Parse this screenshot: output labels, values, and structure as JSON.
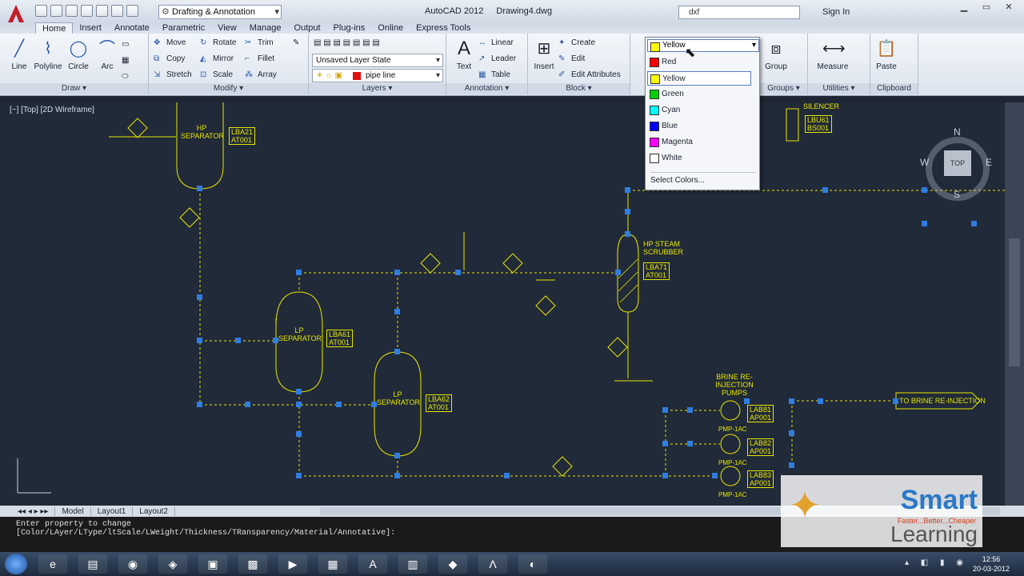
{
  "window": {
    "app_name": "AutoCAD 2012",
    "file_name": "Drawing4.dwg",
    "workspace": "Drafting & Annotation",
    "search_value": "dxf",
    "sign_in": "Sign In"
  },
  "ribbon_tabs": [
    "Home",
    "Insert",
    "Annotate",
    "Parametric",
    "View",
    "Manage",
    "Output",
    "Plug-ins",
    "Online",
    "Express Tools"
  ],
  "ribbon": {
    "draw": {
      "title": "Draw ▾",
      "line": "Line",
      "polyline": "Polyline",
      "circle": "Circle",
      "arc": "Arc"
    },
    "modify": {
      "title": "Modify ▾",
      "move": "Move",
      "rotate": "Rotate",
      "trim": "Trim",
      "copy": "Copy",
      "mirror": "Mirror",
      "fillet": "Fillet",
      "stretch": "Stretch",
      "scale": "Scale",
      "array": "Array"
    },
    "layers": {
      "title": "Layers ▾",
      "layer_state": "Unsaved Layer State",
      "current_layer": "pipe line",
      "current_layer_color": "#e01010"
    },
    "annotation": {
      "title": "Annotation ▾",
      "text": "Text",
      "linear": "Linear",
      "leader": "Leader",
      "table": "Table"
    },
    "block": {
      "title": "Block ▾",
      "insert": "Insert",
      "create": "Create",
      "edit": "Edit",
      "edit_attributes": "Edit Attributes"
    },
    "groups": {
      "title": "Groups ▾",
      "group": "Group"
    },
    "utilities": {
      "title": "Utilities ▾",
      "measure": "Measure"
    },
    "clipboard": {
      "title": "Clipboard",
      "paste": "Paste"
    }
  },
  "color_dropdown": {
    "selected": "Yellow",
    "items": [
      {
        "label": "Red",
        "color": "#ff0000"
      },
      {
        "label": "Yellow",
        "color": "#ffff00"
      },
      {
        "label": "Green",
        "color": "#00d000"
      },
      {
        "label": "Cyan",
        "color": "#00ffff"
      },
      {
        "label": "Blue",
        "color": "#0000ff"
      },
      {
        "label": "Magenta",
        "color": "#ff00ff"
      },
      {
        "label": "White",
        "color": "#ffffff"
      }
    ],
    "more": "Select Colors..."
  },
  "viewport": {
    "label": "[−] [Top] [2D Wireframe]",
    "compass": {
      "n": "N",
      "s": "S",
      "e": "E",
      "w": "W",
      "top": "TOP"
    }
  },
  "drawing": {
    "hp_separator": "HP SEPARATOR",
    "hp_tag1": "LBA21",
    "hp_tag2": "AT001",
    "lp1": "LP SEPARATOR",
    "lp1_tag1": "LBA61",
    "lp1_tag2": "AT001",
    "lp2": "LP SEPARATOR",
    "lp2_tag1": "LBA62",
    "lp2_tag2": "AT001",
    "scrubber": "HP STEAM SCRUBBER",
    "scrubber_tag1": "LBA71",
    "scrubber_tag2": "AT001",
    "silencer": "SILENCER",
    "silencer_tag1": "LBU61",
    "silencer_tag2": "BS001",
    "brine_pumps": "BRINE RE-INJECTION PUMPS",
    "pump1_tag1": "LAB81",
    "pump1_tag2": "AP001",
    "pump2_tag1": "LAB82",
    "pump2_tag2": "AP001",
    "pump3_tag1": "LAB83",
    "pump3_tag2": "AP001",
    "pump_label": "PMP-1AC",
    "to_brine": "TO BRINE RE-INJECTION"
  },
  "layouts": [
    "Model",
    "Layout1",
    "Layout2"
  ],
  "command": {
    "line1": "Enter property to change",
    "line2": "[Color/LAyer/LType/ltScale/LWeight/Thickness/TRansparency/Material/Annotative]:"
  },
  "taskbar": {
    "time": "12:56",
    "date": "20-03-2012"
  },
  "watermark": {
    "brand": "Smart",
    "tagline": "Faster...Better...Cheaper",
    "word": "Learning"
  }
}
